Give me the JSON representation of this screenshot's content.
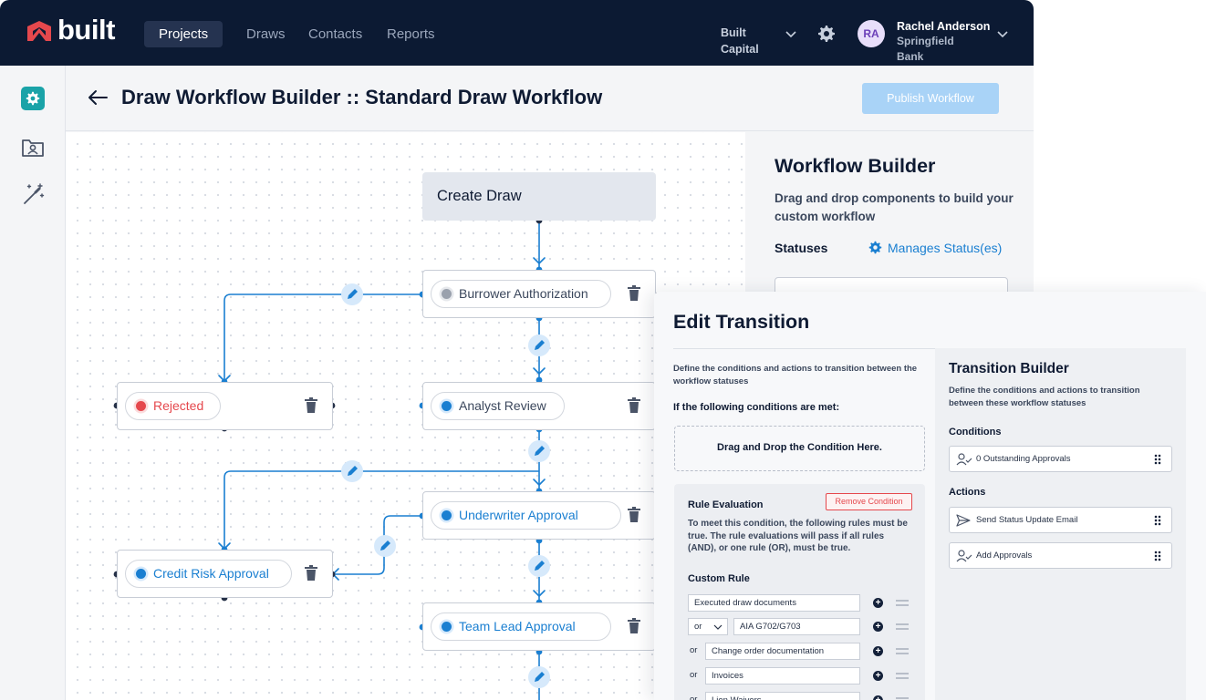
{
  "app": {
    "brand": "built",
    "nav": [
      "Projects",
      "Draws",
      "Contacts",
      "Reports"
    ],
    "org": {
      "line1": "Built",
      "line2": "Capital"
    },
    "user": {
      "initials": "RA",
      "name": "Rachel Anderson",
      "org_line1": "Springfield",
      "org_line2": "Bank"
    }
  },
  "page": {
    "title": "Draw Workflow Builder :: Standard Draw Workflow",
    "publish_label": "Publish Workflow"
  },
  "canvas": {
    "start_node": "Create Draw",
    "statuses": [
      {
        "label": "Burrower Authorization",
        "state": "neutral"
      },
      {
        "label": "Rejected",
        "state": "rejected"
      },
      {
        "label": "Analyst Review",
        "state": "normal"
      },
      {
        "label": "Underwriter Approval",
        "state": "active"
      },
      {
        "label": "Credit Risk Approval",
        "state": "active"
      },
      {
        "label": "Team Lead Approval",
        "state": "active"
      }
    ]
  },
  "workflow_builder": {
    "title": "Workflow Builder",
    "desc_line1": "Drag and drop components to build your",
    "desc_line2": "custom workflow",
    "statuses_label": "Statuses",
    "manage_label": "Manages Status(es)"
  },
  "edit_transition": {
    "title": "Edit Transition",
    "desc_line1": "Define the conditions and actions to transition between the",
    "desc_line2": "workflow statuses",
    "conditions_heading": "If the following conditions are met:",
    "drop_zone": "Drag and Drop the Condition Here.",
    "rule": {
      "title": "Rule Evaluation",
      "remove_label": "Remove Condition",
      "desc_line1": "To meet this condition, the following rules must be",
      "desc_line2": "true. The rule evaluations will pass if all rules",
      "desc_line3": "(AND), or one rule (OR), must be true.",
      "custom_rule_label": "Custom Rule",
      "rows": [
        {
          "op": "",
          "value": "Executed draw documents"
        },
        {
          "op": "or",
          "value": "AIA G702/G703"
        },
        {
          "op": "or",
          "value": "Change order documentation"
        },
        {
          "op": "or",
          "value": "Invoices"
        },
        {
          "op": "or",
          "value": "Lien Waivers"
        }
      ]
    }
  },
  "transition_builder": {
    "title": "Transition Builder",
    "desc_line1": "Define the conditions and actions to transition",
    "desc_line2": "between these workflow statuses",
    "conditions_label": "Conditions",
    "conditions": [
      "0 Outstanding Approvals"
    ],
    "actions_label": "Actions",
    "actions": [
      "Send Status Update Email",
      "Add Approvals"
    ]
  },
  "colors": {
    "navy": "#0c1a33",
    "accent_blue": "#1a7fd1",
    "teal": "#1aa3a8",
    "rejected_red": "#e5484d",
    "publish_disabled": "#a9d3f7"
  }
}
